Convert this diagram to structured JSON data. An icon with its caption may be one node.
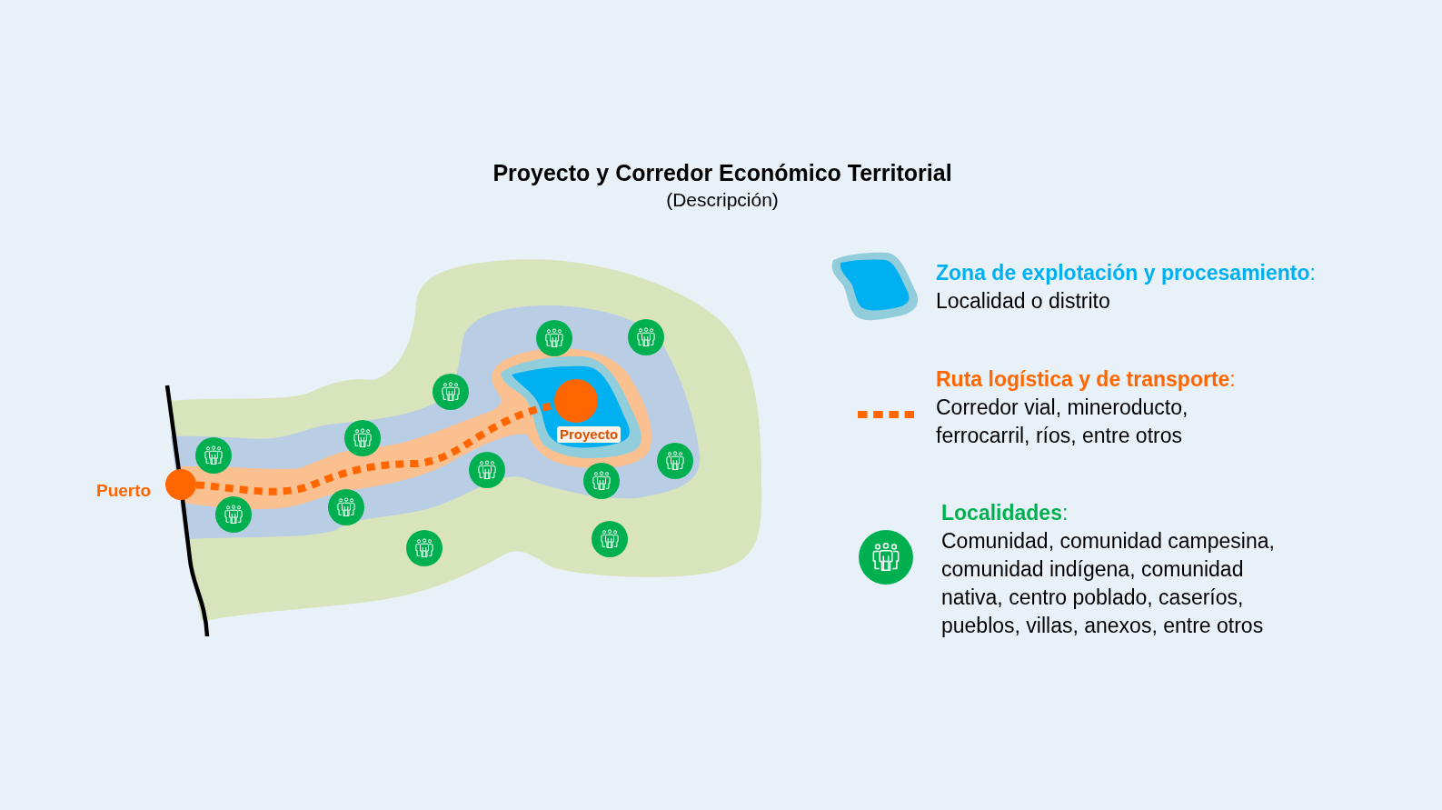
{
  "diagram": {
    "title": "Proyecto y Corredor Económico Territorial",
    "nodes": [
      {
        "text": [],
        "shape": "circle",
        "beside": [
          "Puerto"
        ]
      },
      {
        "text": [],
        "shape": "circle",
        "beside": [
          "Proyecto"
        ]
      }
    ],
    "edges": [
      {
        "from": 0,
        "to": 1,
        "arrow": "none",
        "style": "dashed"
      }
    ],
    "labels": [
      "(Descripción)"
    ],
    "legend": [
      {
        "text": "**Zona de explotación y procesamiento**: Localidad o distrito"
      },
      {
        "text": "**Ruta logística y de transporte**: Corredor vial, mineroducto, ferrocarril, ríos, entre otros"
      },
      {
        "text": "**Localidades**: Comunidad, comunidad campesina, comunidad indígena, comunidad nativa, centro poblado, caseríos, pueblos, villas, anexos, entre otros"
      }
    ]
  }
}
